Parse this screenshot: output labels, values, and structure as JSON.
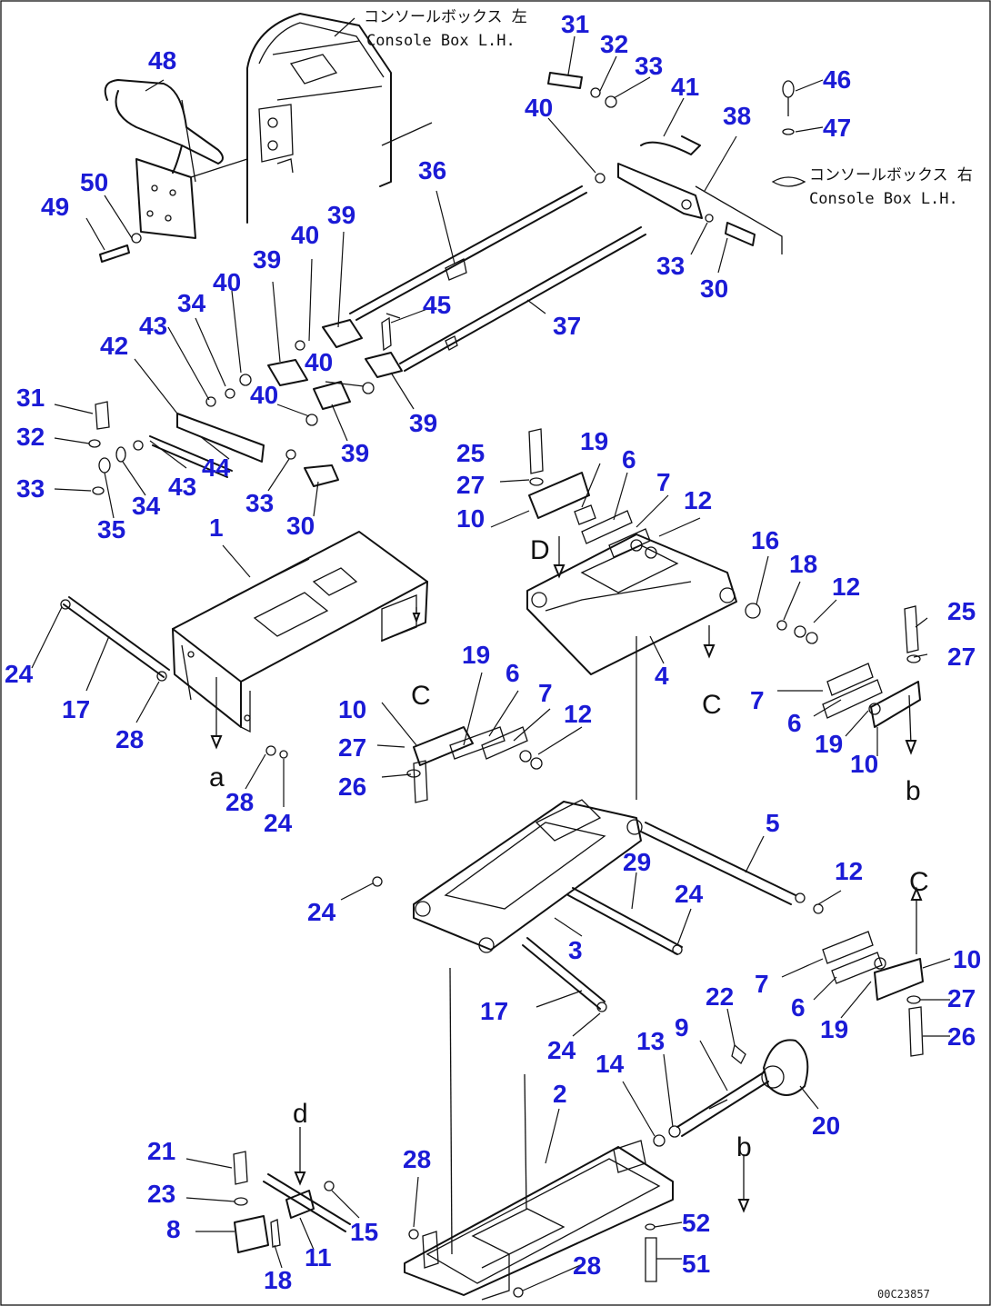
{
  "notes": {
    "console_left_jp": "コンソールボックス 左",
    "console_left_en": "Console Box L.H.",
    "console_right_jp": "コンソールボックス 右",
    "console_right_en": "Console Box L.H."
  },
  "view_markers": [
    "a",
    "b",
    "C",
    "d",
    "D"
  ],
  "drawing_code": "00C23857",
  "callouts": [
    "1",
    "2",
    "3",
    "4",
    "5",
    "6",
    "7",
    "8",
    "9",
    "10",
    "11",
    "12",
    "13",
    "14",
    "15",
    "16",
    "17",
    "18",
    "19",
    "20",
    "21",
    "22",
    "23",
    "24",
    "25",
    "26",
    "27",
    "28",
    "29",
    "30",
    "31",
    "32",
    "33",
    "34",
    "35",
    "36",
    "37",
    "38",
    "39",
    "40",
    "41",
    "42",
    "43",
    "44",
    "45",
    "46",
    "47",
    "48",
    "49",
    "50",
    "51",
    "52"
  ],
  "colors": {
    "callout": "#1b1bd6",
    "line": "#111111"
  }
}
